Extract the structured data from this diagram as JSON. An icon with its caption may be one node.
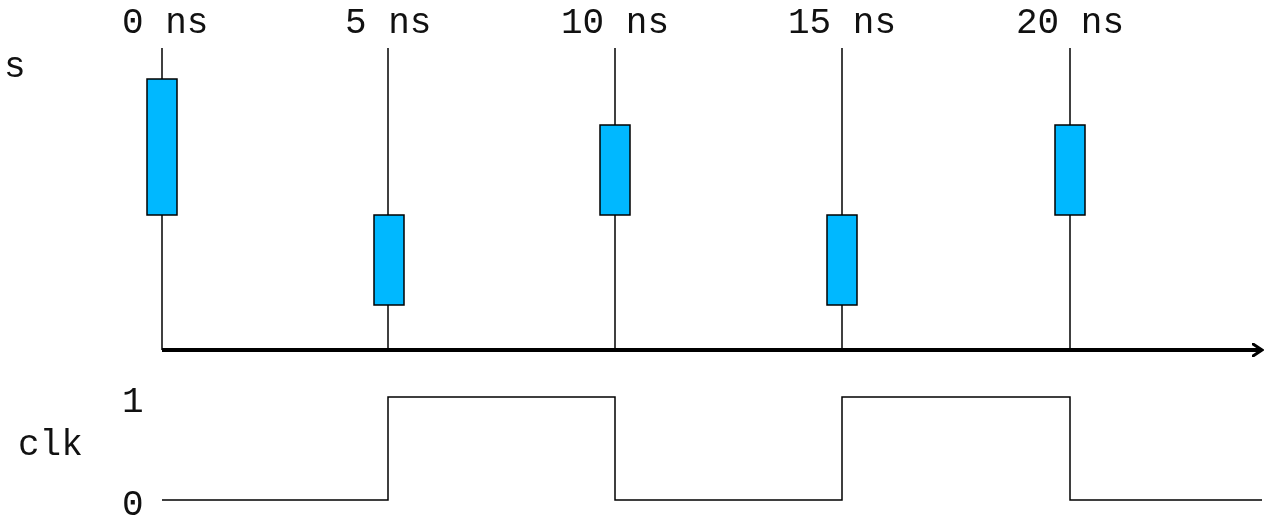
{
  "diagram": {
    "nodes": [
      {
        "text": [],
        "shape": "box"
      },
      {
        "text": [],
        "shape": "box"
      },
      {
        "text": [],
        "shape": "box"
      },
      {
        "text": [],
        "shape": "box"
      },
      {
        "text": [],
        "shape": "box"
      }
    ],
    "labels": [
      "0 ns",
      "5 ns",
      "10 ns",
      "15 ns",
      "20 ns",
      "s",
      "1",
      "clk",
      "0"
    ]
  }
}
